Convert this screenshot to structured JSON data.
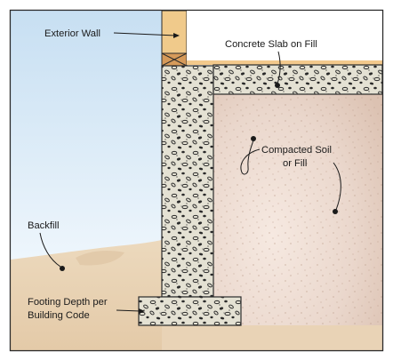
{
  "labels": {
    "exterior_wall": "Exterior Wall",
    "slab": "Concrete Slab on Fill",
    "compacted_soil_line1": "Compacted Soil",
    "compacted_soil_line2": "or Fill",
    "backfill": "Backfill",
    "footing_line1": "Footing Depth per",
    "footing_line2": "Building Code"
  },
  "colors": {
    "sky_top": "#c7dff2",
    "sky_bottom": "#eef6fc",
    "soil": "#e9d3b6",
    "compacted_fill": "#ead7cc",
    "concrete": "#e4e1d3",
    "wall_framing": "#f0ca8b",
    "plate": "#d69a5a",
    "frame_border": "#2b2b2b"
  }
}
